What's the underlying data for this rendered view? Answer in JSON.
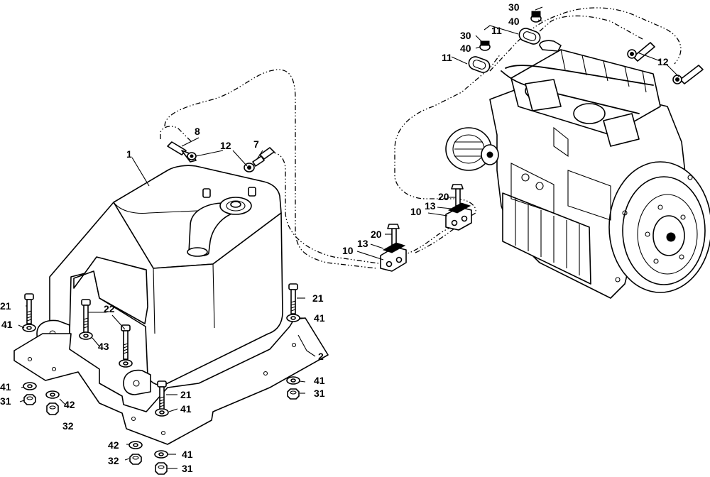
{
  "callouts": {
    "c1": "1",
    "c2": "2",
    "c7": "7",
    "c8": "8",
    "c10a": "10",
    "c10b": "10",
    "c11a": "11",
    "c11b": "11",
    "c12a": "12",
    "c12b": "12",
    "c13a": "13",
    "c13b": "13",
    "c20a": "20",
    "c20b": "20",
    "c21a": "21",
    "c21b": "21",
    "c21c": "21",
    "c22": "22",
    "c30a": "30",
    "c30b": "30",
    "c31a": "31",
    "c31b": "31",
    "c31c": "31",
    "c32a": "32",
    "c32b": "32",
    "c40a": "40",
    "c40b": "40",
    "c41a": "41",
    "c41b": "41",
    "c41c": "41",
    "c41d": "41",
    "c41e": "41",
    "c41f": "41",
    "c42a": "42",
    "c42b": "42",
    "c43": "43"
  }
}
